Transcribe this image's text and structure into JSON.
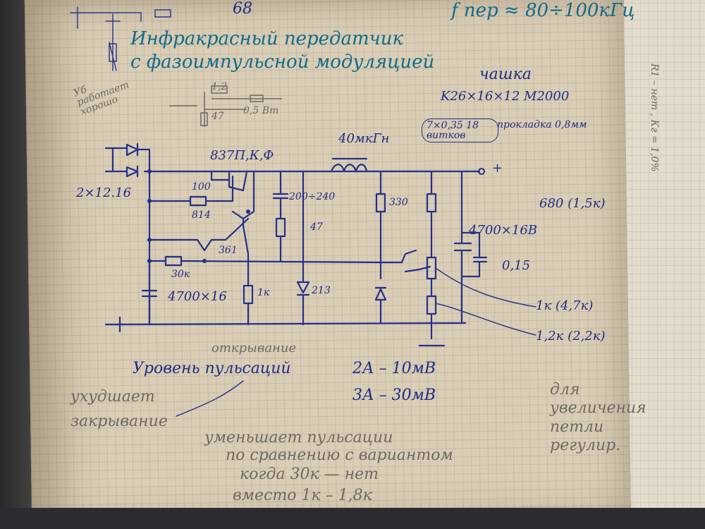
{
  "notes": {
    "page_number": "68",
    "top_right": "f пер ≈ 80÷100кГц",
    "title_line1": "Инфракрасный передатчик",
    "title_line2": "с фазоимпульсной модуляцией",
    "side_note": "Уб работает хорошо",
    "ferrite_label": "чашка",
    "ferrite_spec": "K26×16×12 M2000",
    "gasket": "прокладка 0,8мм",
    "inductor": "40мкГн",
    "winding": "7×0,35 18 витков",
    "transistors_main": "837П,К,Ф",
    "diodes": "2×12.16",
    "res_100": "100",
    "tr_814": "814",
    "cap_200": "200÷240",
    "res_47": "47",
    "tr_361": "361",
    "res_30k": "30к",
    "cap_4700x16": "4700×16",
    "res_1k": "1к",
    "zener": "213",
    "res_330": "330",
    "res_680": "680 (1,5к)",
    "cap_4700x16b": "4700×16В",
    "cap_015": "0,15",
    "res_1k_alt": "1к (4,7к)",
    "res_12k": "1,2к (2,2к)",
    "small_47": "47",
    "small_05": "0,5 Вт",
    "small_12": "1,2",
    "opens": "открывание",
    "ripple": "Уровень пульсаций",
    "row_2a": "2А – 10мВ",
    "row_3a": "3А – 30мВ",
    "worsens": "ухудшает закрывание",
    "reduce1": "уменьшает пульсации",
    "reduce2": "по сравнению с вариантом",
    "reduce3": "когда 30к — нет",
    "reduce4": "вместо 1к – 1,8к",
    "right_note": "для увеличения петли регулир.",
    "right_page": "R1 – нет , Кг = 1,0%",
    "plus_terminal": "+"
  },
  "colors": {
    "ink": "#23308a",
    "teal_ink": "#126b88",
    "pencil": "#6d6a64",
    "paper": "#d9cdb6"
  }
}
